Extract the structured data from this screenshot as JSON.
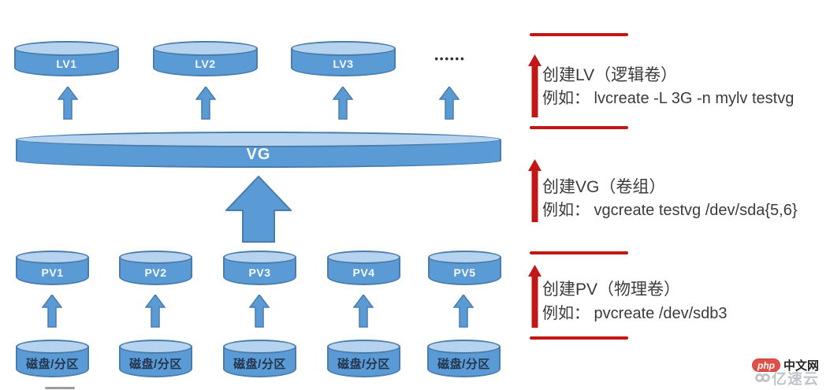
{
  "colors": {
    "cyl-body": "#5B9BD5",
    "cyl-top": "#B5D2EE",
    "cyl-border": "#4A7CAC",
    "red": "#C11717",
    "text-dark": "#3B3B3B",
    "label-light": "#F4F9FD",
    "disk-label": "#24364F",
    "wm-gray": "#B7BBC1",
    "logo-red": "#E05048",
    "cn-dark": "#222222",
    "dots": "#2F2F2F"
  },
  "diagram": {
    "lv_row": {
      "cylinders": [
        {
          "label": "LV1"
        },
        {
          "label": "LV2"
        },
        {
          "label": "LV3"
        }
      ],
      "ellipsis": "••••••"
    },
    "vg": {
      "label": "VG"
    },
    "pv_row": {
      "cylinders": [
        {
          "label": "PV1"
        },
        {
          "label": "PV2"
        },
        {
          "label": "PV3"
        },
        {
          "label": "PV4"
        },
        {
          "label": "PV5"
        }
      ]
    },
    "disk_row": {
      "cylinders": [
        {
          "label": "磁盘/分区"
        },
        {
          "label": "磁盘/分区"
        },
        {
          "label": "磁盘/分区"
        },
        {
          "label": "磁盘/分区"
        },
        {
          "label": "磁盘/分区"
        }
      ]
    }
  },
  "annotations": {
    "steps": [
      {
        "title": "创建LV（逻辑卷）",
        "example": "例如： lvcreate -L 3G -n mylv testvg"
      },
      {
        "title": "创建VG（卷组）",
        "example": "例如： vgcreate testvg /dev/sda{5,6}"
      },
      {
        "title": "创建PV（物理卷）",
        "example": "例如： pvcreate /dev/sdb3"
      }
    ]
  },
  "watermark": {
    "logo_text": "php",
    "site_text": "中文网",
    "brand_text": "亿速云"
  }
}
